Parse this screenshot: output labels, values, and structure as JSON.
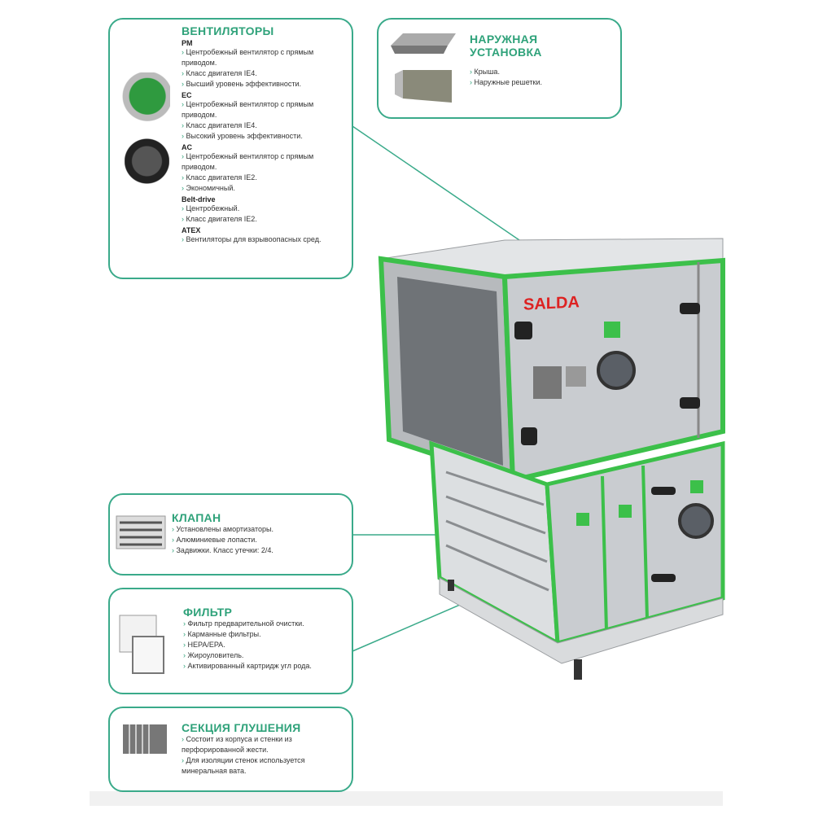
{
  "fans": {
    "title": "ВЕНТИЛЯТОРЫ",
    "groups": [
      {
        "name": "PM",
        "items": [
          "Центробежный вентилятор с прямым приводом.",
          "Класс двигателя IE4.",
          "Высший уровень эффективности."
        ]
      },
      {
        "name": "EC",
        "items": [
          "Центробежный вентилятор с прямым приводом.",
          "Класс двигателя IE4.",
          "Высокий уровень эффективности."
        ]
      },
      {
        "name": "AC",
        "items": [
          "Центробежный вентилятор с прямым приводом.",
          "Класс двигателя IE2.",
          "Экономичный."
        ]
      },
      {
        "name": "Belt-drive",
        "items": [
          "Центробежный.",
          "Класс двигателя IE2."
        ]
      },
      {
        "name": "ATEX",
        "items": [
          "Вентиляторы для взрывоопасных сред."
        ]
      }
    ]
  },
  "outdoor": {
    "title_line1": "НАРУЖНАЯ",
    "title_line2": "УСТАНОВКА",
    "items": [
      "Крыша.",
      "Наружные решетки."
    ]
  },
  "damper": {
    "title": "КЛАПАН",
    "items": [
      "Установлены амортизаторы.",
      "Алюминиевые лопасти.",
      "Задвижки. Класс утечки: 2/4."
    ]
  },
  "filter": {
    "title": "ФИЛЬТР",
    "items": [
      "Фильтр предварительной очистки.",
      "Карманные фильтры.",
      "HEPA/EPA.",
      "Жироуловитель.",
      "Активированный картридж угл рода."
    ]
  },
  "silencer": {
    "title": "СЕКЦИЯ ГЛУШЕНИЯ",
    "items": [
      "Состоит из корпуса и стенки из перфорированной жести.",
      "Для изоляции стенок используется минеральная вата."
    ]
  },
  "unit": {
    "brand": "SALDA"
  },
  "colors": {
    "accent": "#2fa27a",
    "frame": "#3cc04a",
    "panel": "#c9ccd0"
  }
}
